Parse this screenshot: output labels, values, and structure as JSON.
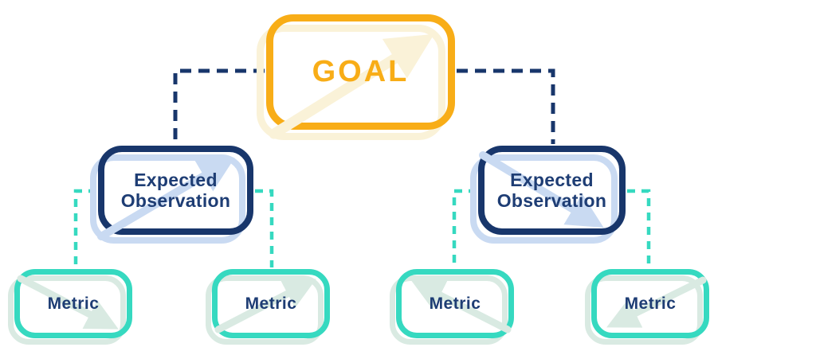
{
  "colors": {
    "goal_main": "#F8AD17",
    "goal_echo": "#FAF2D8",
    "navy": "#18366B",
    "navy_echo": "#C9DAF2",
    "navy_text": "#1E3D74",
    "teal": "#36D9C0",
    "mint": "#D9EAE2",
    "background": "#FFFFFF"
  },
  "diagram": {
    "goal": {
      "label": "GOAL",
      "trend": "up"
    },
    "observations": [
      {
        "label": "Expected Observation",
        "trend": "up"
      },
      {
        "label": "Expected Observation",
        "trend": "down"
      }
    ],
    "metrics": [
      {
        "label": "Metric",
        "trend": "down"
      },
      {
        "label": "Metric",
        "trend": "up"
      },
      {
        "label": "Metric",
        "trend": "up"
      },
      {
        "label": "Metric",
        "trend": "down"
      }
    ]
  }
}
